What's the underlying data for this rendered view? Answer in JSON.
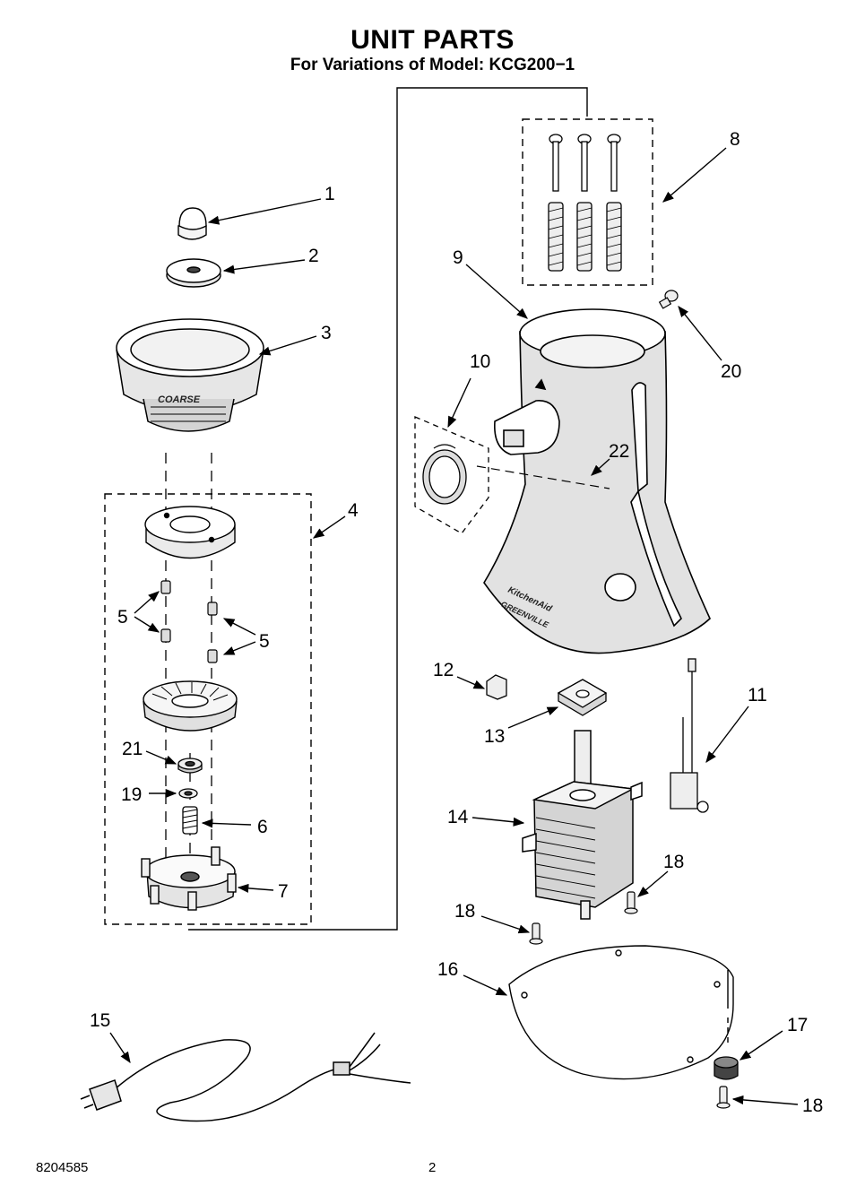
{
  "header": {
    "title": "UNIT PARTS",
    "subtitle": "For Variations of Model: KCG200−1"
  },
  "footer": {
    "doc_number": "8204585",
    "page_number": "2"
  },
  "embossed": {
    "coarse": "COARSE",
    "brand": "KitchenAid",
    "city": "GREENVILLE"
  },
  "callouts": [
    "1",
    "2",
    "3",
    "4",
    "5",
    "5",
    "6",
    "7",
    "8",
    "9",
    "10",
    "11",
    "12",
    "13",
    "14",
    "15",
    "16",
    "17",
    "18",
    "18",
    "18",
    "19",
    "20",
    "21",
    "22"
  ]
}
